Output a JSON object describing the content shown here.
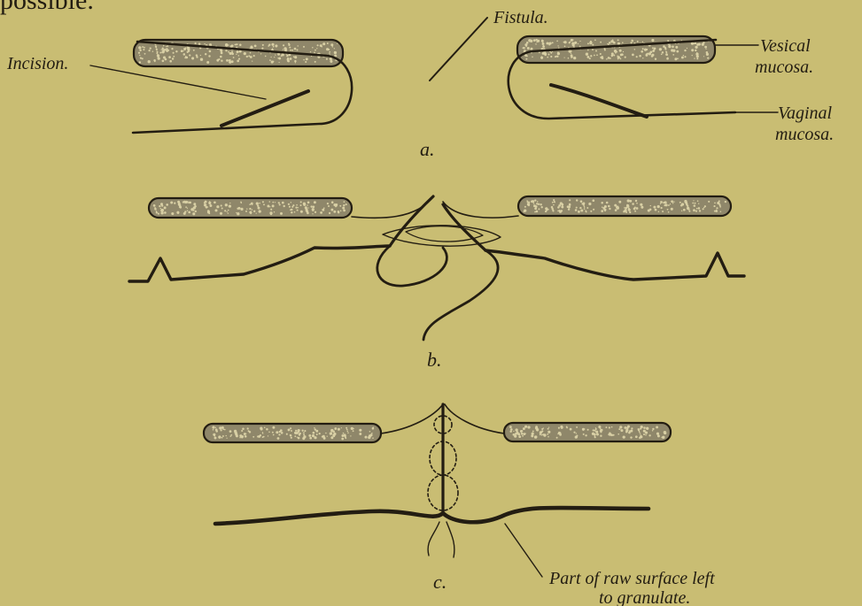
{
  "header_fragment": "possible.",
  "figure": {
    "a": {
      "caption": "a.",
      "labels": {
        "fistula": "Fistula.",
        "incision": "Incision.",
        "vesical_mucosa_line1": "Vesical",
        "vesical_mucosa_line2": "mucosa.",
        "vaginal_mucosa_line1": "Vaginal",
        "vaginal_mucosa_line2": "mucosa."
      }
    },
    "b": {
      "caption": "b."
    },
    "c": {
      "caption": "c.",
      "labels": {
        "raw_surface_line1": "Part of raw surface left",
        "raw_surface_line2": "to granulate."
      }
    }
  },
  "colors": {
    "paper": "#c9bd73",
    "ink": "#231d12",
    "mucosa_fill": "#8f876a"
  }
}
